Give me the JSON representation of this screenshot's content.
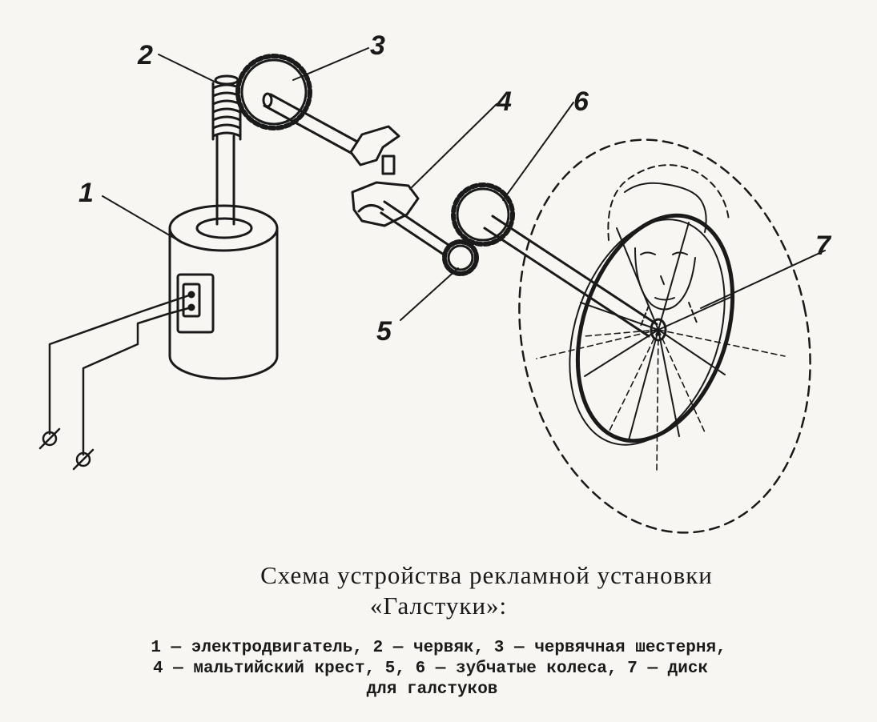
{
  "diagram": {
    "callouts": [
      "1",
      "2",
      "3",
      "4",
      "5",
      "6",
      "7"
    ]
  },
  "caption": {
    "title_line1": "Схема устройства рекламной установки",
    "title_line2": "«Галстуки»:",
    "legend_line1": "1 — электродвигатель, 2 — червяк, 3 — червячная шестерня,",
    "legend_line2": "4 — мальтийский крест, 5, 6 — зубчатые колеса, 7 — диск",
    "legend_line3": "для галстуков"
  }
}
